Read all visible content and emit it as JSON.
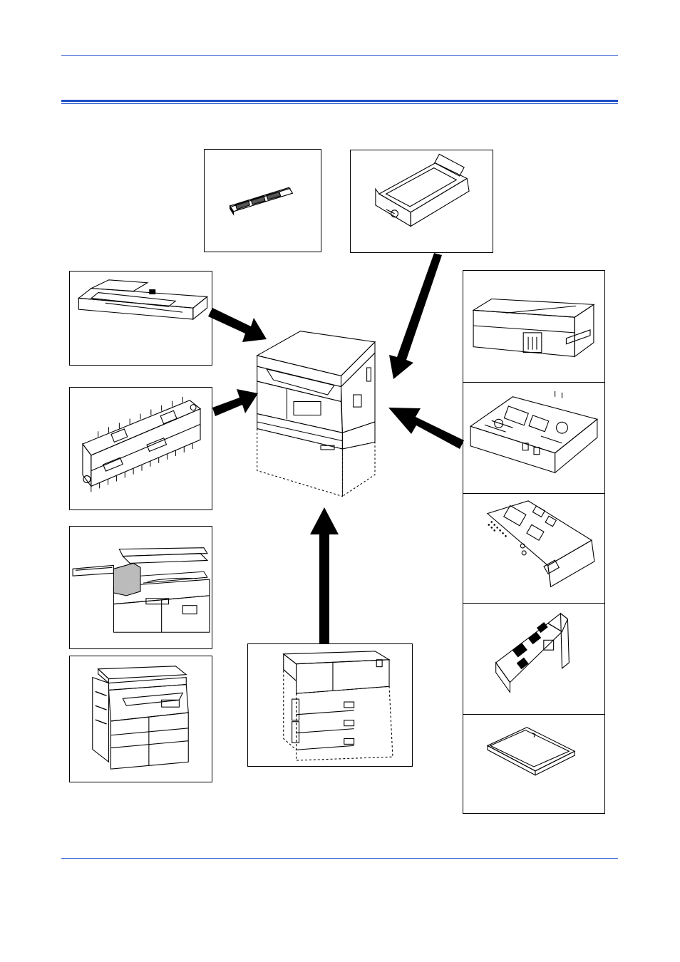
{
  "page": {
    "accent_color": "#1f4fc8"
  },
  "diagram": {
    "center_item": "copier-main-unit",
    "options": [
      {
        "id": "memory-module"
      },
      {
        "id": "hard-disk"
      },
      {
        "id": "document-processor"
      },
      {
        "id": "duplex-unit"
      },
      {
        "id": "document-finisher"
      },
      {
        "id": "job-separator"
      },
      {
        "id": "paper-feeder"
      },
      {
        "id": "fax-kit-cover"
      },
      {
        "id": "printer-board"
      },
      {
        "id": "network-interface-card"
      },
      {
        "id": "serial-interface-card"
      },
      {
        "id": "compact-flash-card"
      }
    ]
  }
}
